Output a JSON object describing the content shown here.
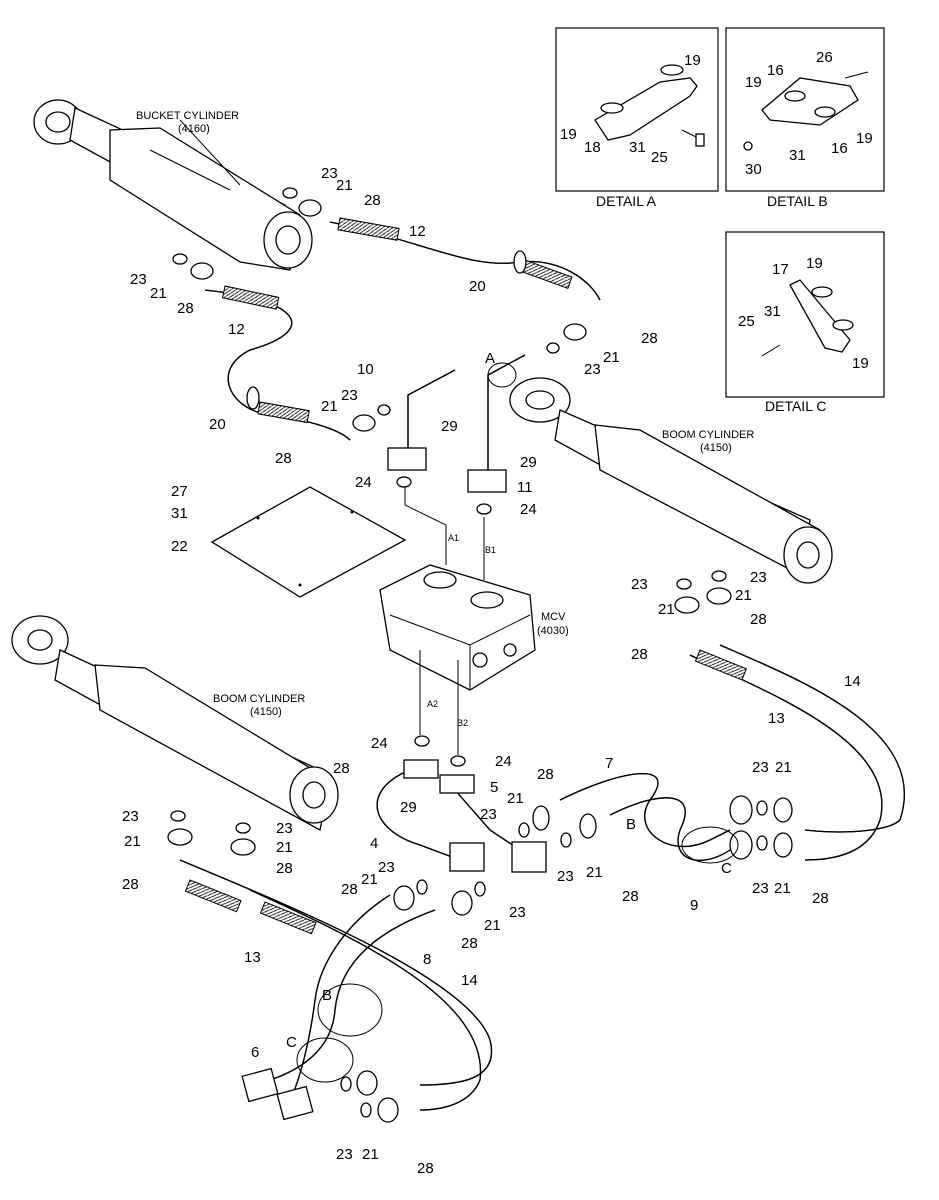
{
  "details": [
    {
      "id": "a",
      "caption": "DETAIL A",
      "callouts": [
        "19",
        "19",
        "18",
        "31",
        "25"
      ]
    },
    {
      "id": "b",
      "caption": "DETAIL B",
      "callouts": [
        "26",
        "16",
        "19",
        "19",
        "31",
        "16",
        "30"
      ]
    },
    {
      "id": "c",
      "caption": "DETAIL C",
      "callouts": [
        "17",
        "19",
        "25",
        "31",
        "19"
      ]
    }
  ],
  "assemblies": {
    "bucket_cylinder": {
      "name": "BUCKET CYLINDER",
      "code": "(4160)"
    },
    "boom_cylinder_right": {
      "name": "BOOM CYLINDER",
      "code": "(4150)"
    },
    "boom_cylinder_left": {
      "name": "BOOM CYLINDER",
      "code": "(4150)"
    },
    "mcv": {
      "name": "MCV",
      "code": "(4030)"
    }
  },
  "ports": {
    "a1": "A1",
    "b1": "B1",
    "a2": "A2",
    "b2": "B2"
  },
  "letters": {
    "a": "A",
    "b": "B",
    "c": "C"
  },
  "callouts": {
    "c23a": "23",
    "c21a": "21",
    "c28a": "28",
    "c12a": "12",
    "c20a": "20",
    "c28b": "28",
    "c23b": "23",
    "c21b": "21",
    "c23c": "23",
    "c21c": "21",
    "c28c": "28",
    "c12b": "12",
    "c10": "10",
    "c23d": "23",
    "c21d": "21",
    "c20b": "20",
    "c29a": "29",
    "c28d": "28",
    "c24a": "24",
    "c29b": "29",
    "c11": "11",
    "c24b": "24",
    "c27": "27",
    "c31": "31",
    "c22": "22",
    "c23e": "23",
    "c23f": "23",
    "c21e": "21",
    "c21f": "21",
    "c28e": "28",
    "c28f": "28",
    "c14a": "14",
    "c13a": "13",
    "c24c": "24",
    "c24d": "24",
    "c28g": "28",
    "c5": "5",
    "c7": "7",
    "c28h": "28",
    "c23g": "23",
    "c21g": "21",
    "c29c": "29",
    "c21h": "21",
    "c23h": "23",
    "c4": "4",
    "c23i": "23",
    "c21i": "21",
    "c23j": "23",
    "c28i": "28",
    "c21j": "21",
    "c23k": "23",
    "c28j": "28",
    "c21k": "21",
    "c23l": "23",
    "c23m": "23",
    "c21l": "21",
    "c23n": "23",
    "c9": "9",
    "c28k": "28",
    "c28l": "28",
    "c21m": "21",
    "c28m": "28",
    "c8": "8",
    "c13b": "13",
    "c14b": "14",
    "c6": "6",
    "c23o": "23",
    "c21n": "21",
    "c28n": "28"
  }
}
